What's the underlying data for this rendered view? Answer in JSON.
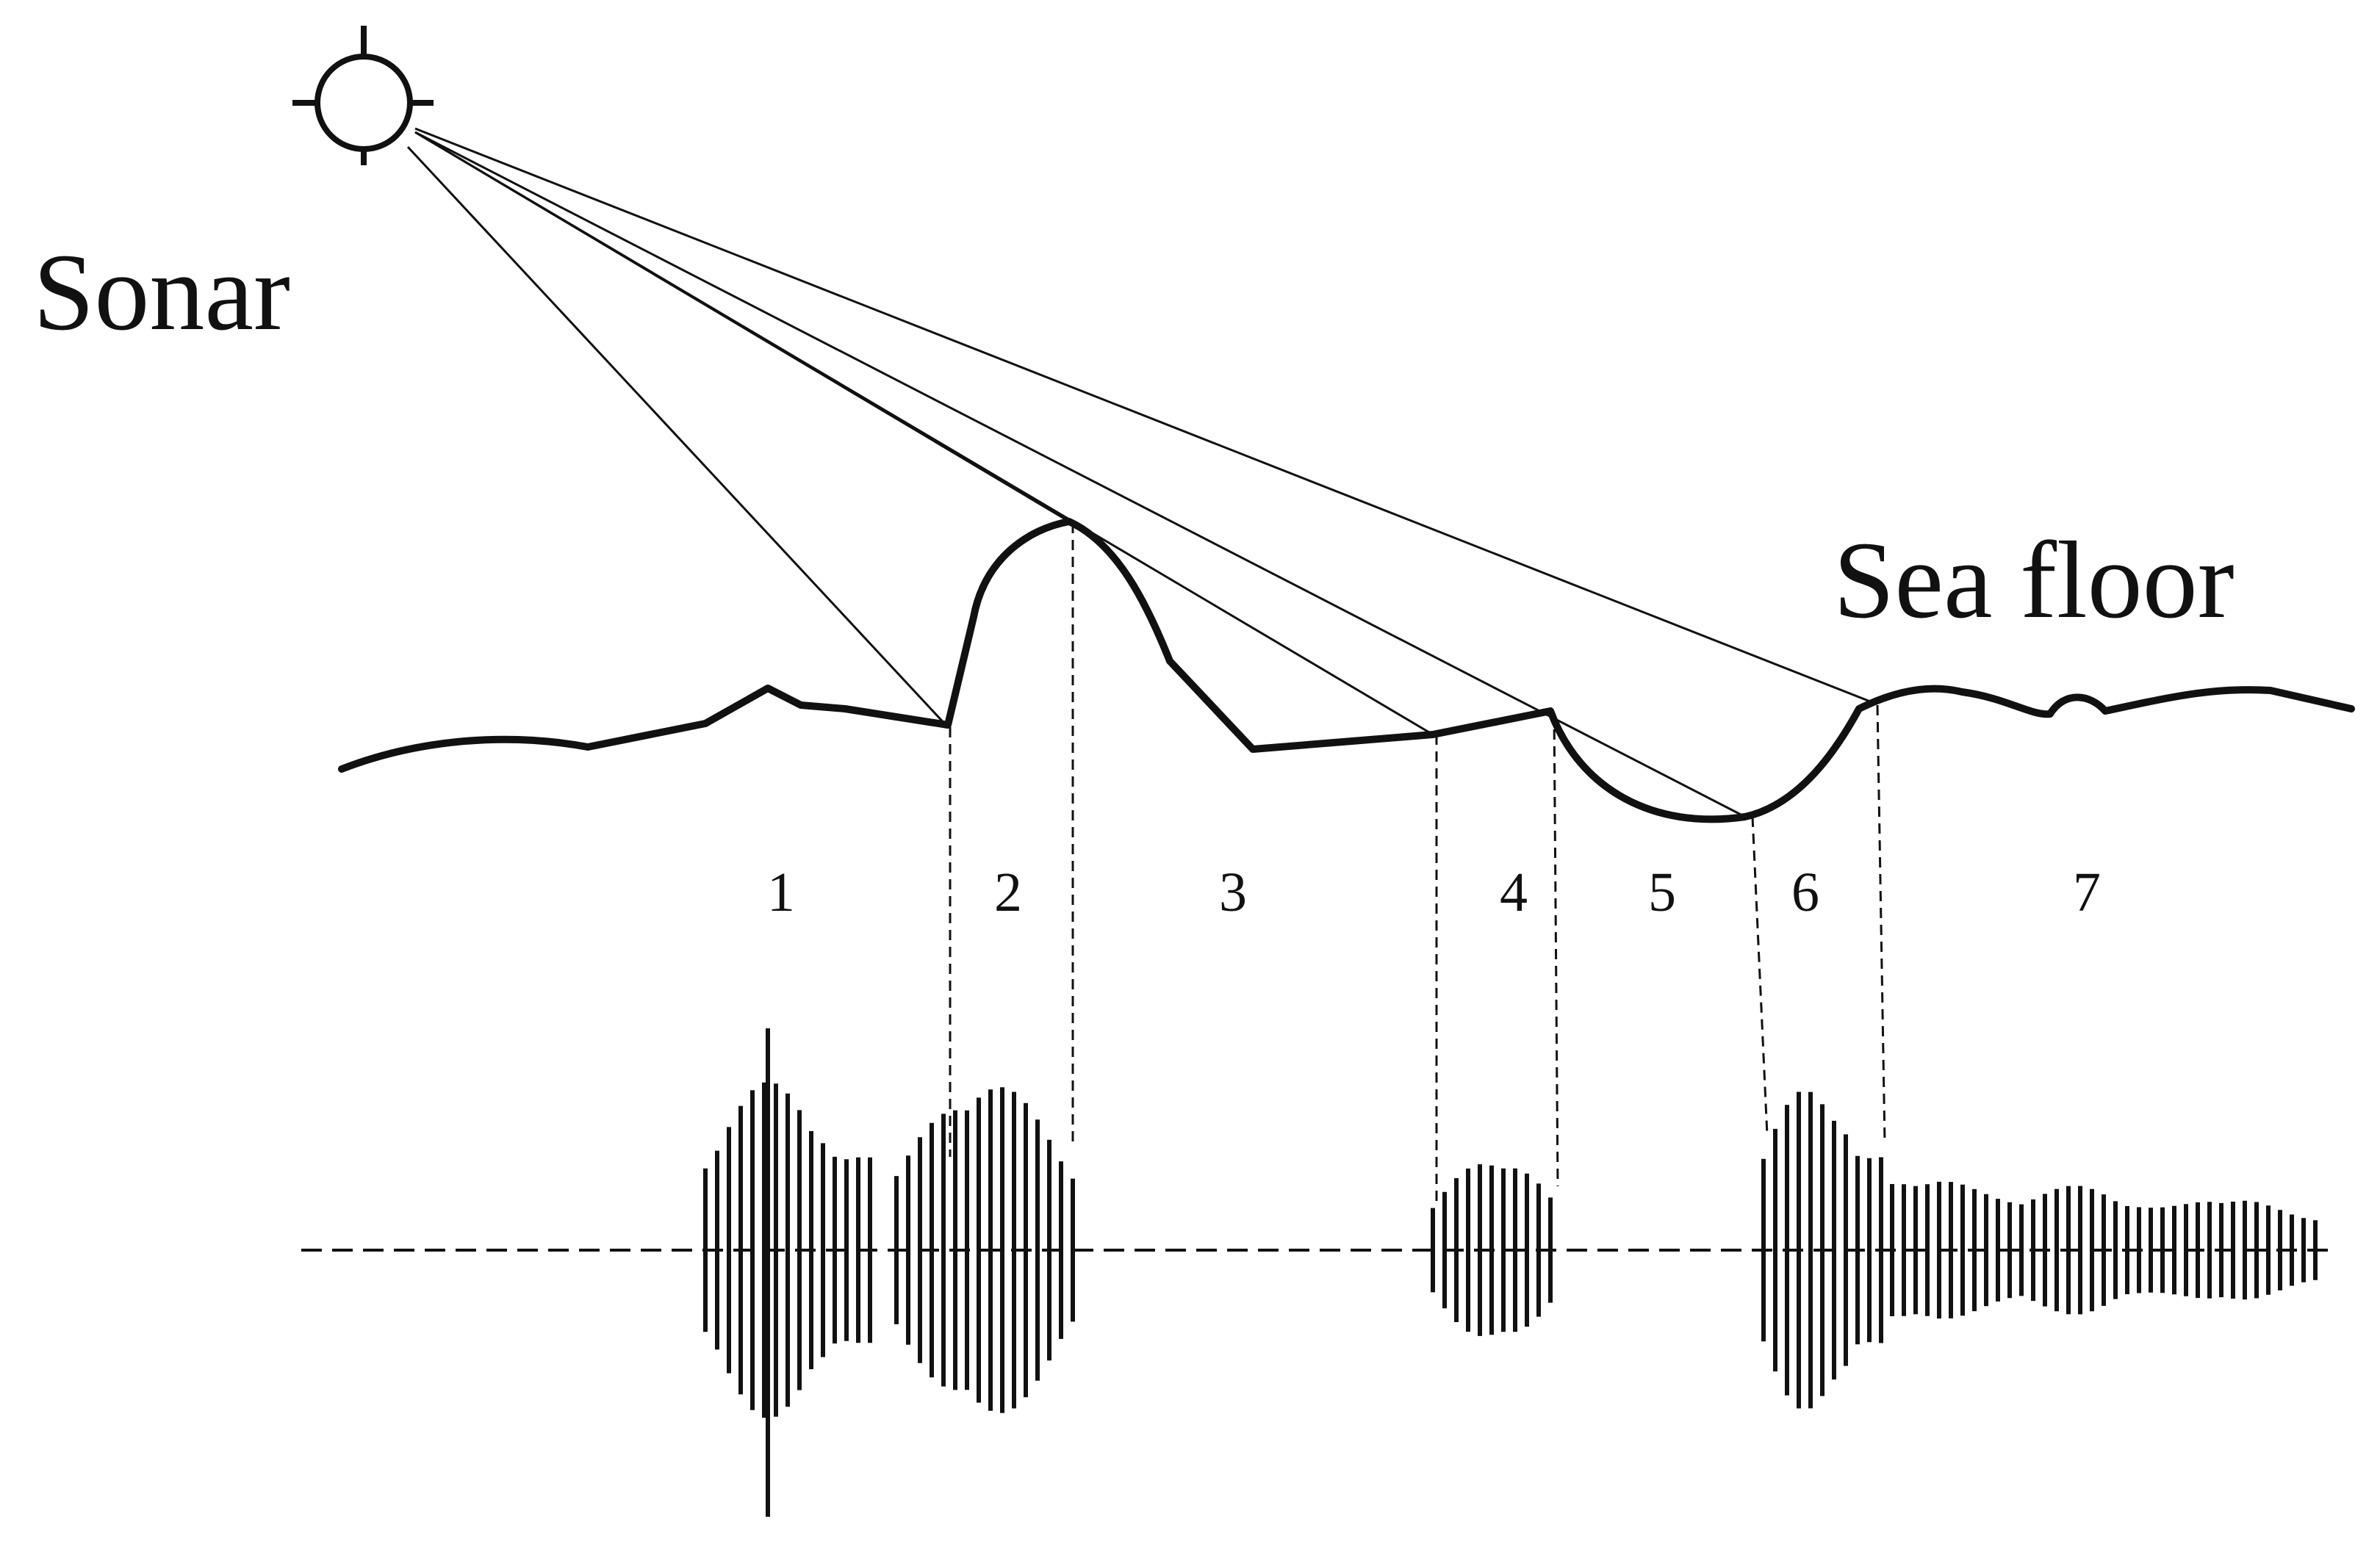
{
  "labels": {
    "sonar": "Sonar",
    "sea_floor": "Sea floor"
  },
  "segments": [
    "1",
    "2",
    "3",
    "4",
    "5",
    "6",
    "7"
  ],
  "icons": {
    "sonar_source": "crosshair-circle-icon"
  },
  "colors": {
    "ink": "#111111",
    "background": "#ffffff"
  }
}
